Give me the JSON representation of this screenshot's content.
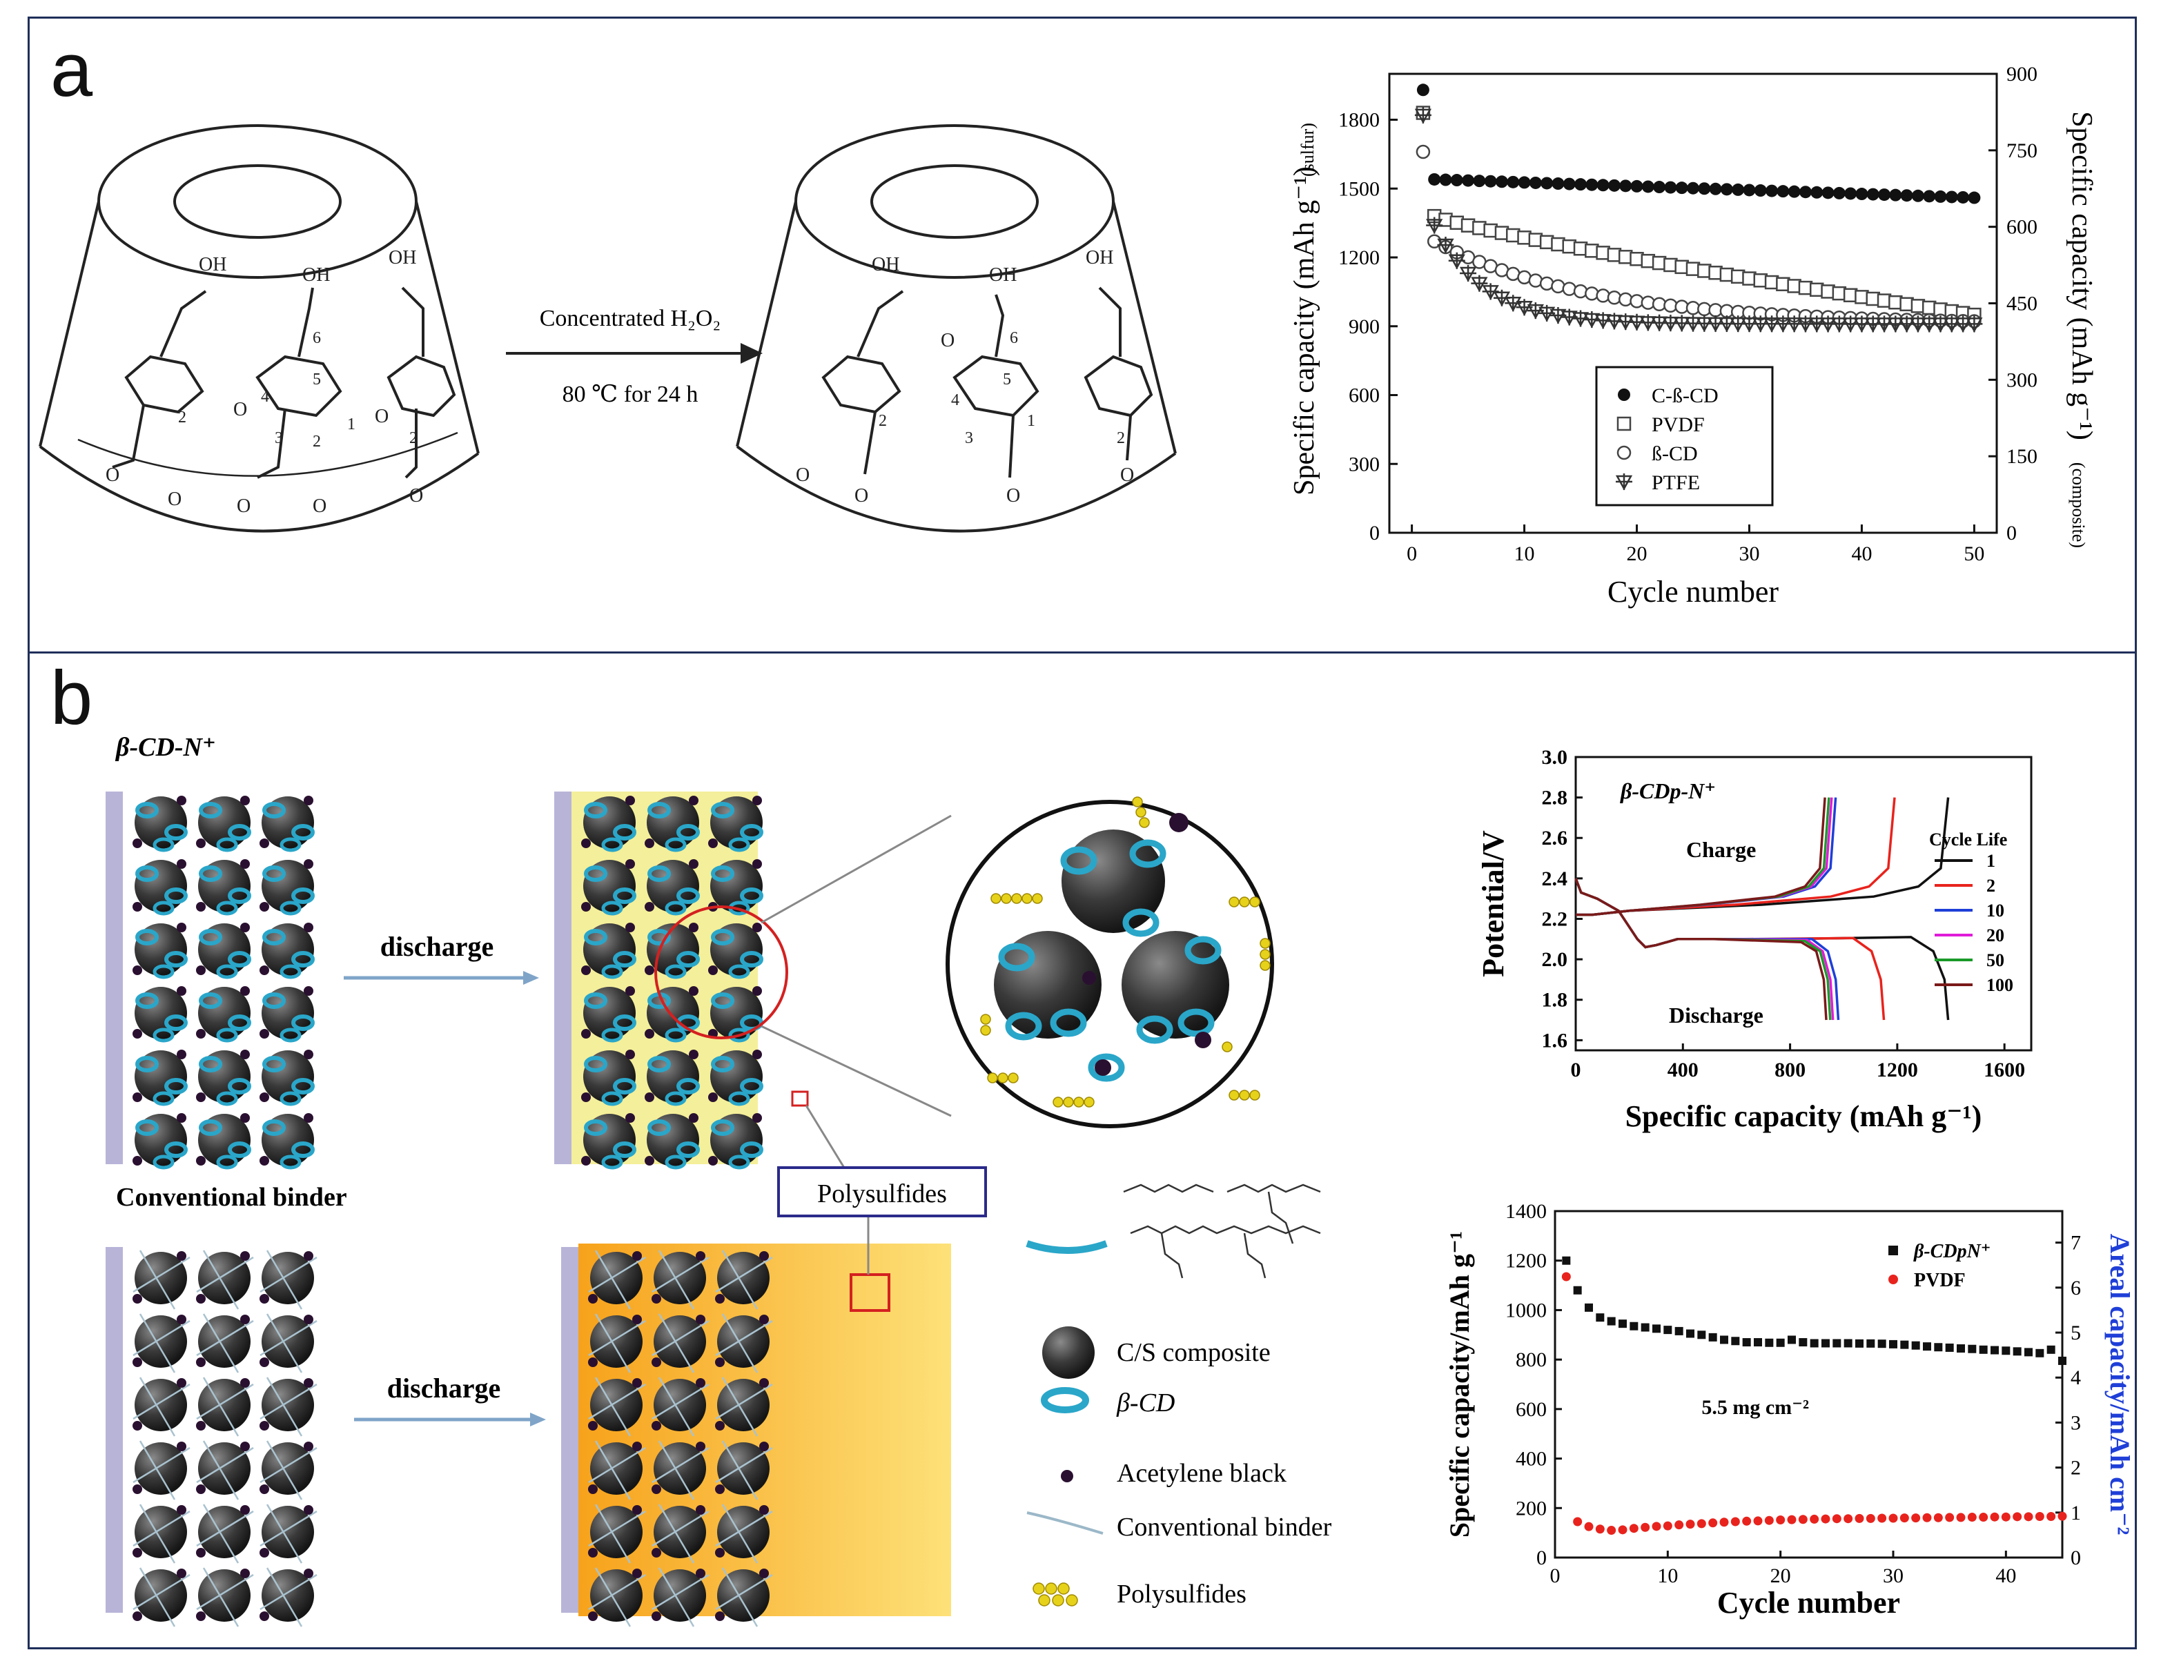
{
  "panel_a": {
    "label": "a",
    "reaction": {
      "reagent": "Concentrated H₂O₂",
      "condition": "80 ℃ for 24 h"
    },
    "chem_labels": {
      "oh": "OH",
      "o": "O",
      "h": "H",
      "n1": "1",
      "n2": "2",
      "n3": "3",
      "n4": "4",
      "n5": "5",
      "n6": "6"
    }
  },
  "panel_b": {
    "label": "b",
    "schematic": {
      "title_cd": "β-CD-N⁺",
      "title_conv": "Conventional binder",
      "discharge_top": "discharge",
      "discharge_bottom": "discharge",
      "callout": "Polysulfides",
      "legend": {
        "composite": "C/S composite",
        "cd": "β-CD",
        "black": "Acetylene black",
        "binder": "Conventional binder",
        "ps": "Polysulfides"
      }
    }
  },
  "colors": {
    "frame": "#1f2f5a",
    "cd_ring": "#2aa6c9",
    "sphere": "#3a3a3a",
    "yellow_band": "#f4ef9a",
    "orange_grad_start": "#f7a21b",
    "orange_grad_end": "#fde179",
    "black_series": "#111111",
    "red_series": "#e8231d"
  },
  "chart_data": [
    {
      "type": "scatter",
      "panel": "a",
      "xlabel": "Cycle number",
      "ylabel": "Specific capacity (mAh g⁻¹)",
      "ylabel_sub": "(sulfur)",
      "y2label": "Specific capacity (mAh g⁻¹)",
      "y2label_sub": "(composite)",
      "xlim": [
        -2,
        52
      ],
      "ylim": [
        0,
        2000
      ],
      "y2lim": [
        0,
        900
      ],
      "xticks": [
        "0",
        "10",
        "20",
        "30",
        "40",
        "50"
      ],
      "yticks": [
        "0",
        "300",
        "600",
        "900",
        "1200",
        "1500",
        "1800"
      ],
      "y2ticks": [
        "0",
        "150",
        "300",
        "450",
        "600",
        "750",
        "900"
      ],
      "legend_position": "bottom-center",
      "series": [
        {
          "name": "C-ß-CD",
          "marker": "filled-circle",
          "first": 1930,
          "start": 1540,
          "end": 1460
        },
        {
          "name": "PVDF",
          "marker": "open-square",
          "first": 1830,
          "start": 1380,
          "end": 950
        },
        {
          "name": "ß-CD",
          "marker": "open-circle",
          "first": 1660,
          "start": 1270,
          "end": 910
        },
        {
          "name": "PTFE",
          "marker": "cross-triangle",
          "first": 1820,
          "start": 1340,
          "end": 910
        }
      ]
    },
    {
      "type": "line",
      "panel": "b-top",
      "title": "β-CDp-N⁺",
      "xlabel": "Specific capacity (mAh g⁻¹)",
      "ylabel": "Potential/V",
      "xlim": [
        0,
        1700
      ],
      "ylim": [
        1.55,
        3.0
      ],
      "xticks": [
        "0",
        "400",
        "800",
        "1200",
        "1600"
      ],
      "yticks": [
        "1.6",
        "1.8",
        "2.0",
        "2.2",
        "2.4",
        "2.6",
        "2.8",
        "3.0"
      ],
      "annotations": [
        "Charge",
        "Discharge"
      ],
      "legend_title": "Cycle Life",
      "legend_position": "right",
      "series": [
        {
          "name": "1",
          "color": "#111111",
          "discharge_capacity": 1390,
          "charge_capacity": 1390
        },
        {
          "name": "2",
          "color": "#e8231d",
          "discharge_capacity": 1150,
          "charge_capacity": 1190
        },
        {
          "name": "10",
          "color": "#1f3fd8",
          "discharge_capacity": 980,
          "charge_capacity": 970
        },
        {
          "name": "20",
          "color": "#e01bd8",
          "discharge_capacity": 960,
          "charge_capacity": 955
        },
        {
          "name": "50",
          "color": "#1a9a2a",
          "discharge_capacity": 950,
          "charge_capacity": 945
        },
        {
          "name": "100",
          "color": "#7a1a1a",
          "discharge_capacity": 935,
          "charge_capacity": 930
        }
      ]
    },
    {
      "type": "scatter",
      "panel": "b-bottom",
      "xlabel": "Cycle number",
      "ylabel": "Specific capacity/mAh g⁻¹",
      "y2label": "Areal capacity/mAh cm⁻²",
      "annotation": "5.5 mg cm⁻²",
      "xlim": [
        0,
        45
      ],
      "ylim": [
        0,
        1400
      ],
      "y2lim": [
        0,
        7.7
      ],
      "xticks": [
        "0",
        "10",
        "20",
        "30",
        "40"
      ],
      "yticks": [
        "0",
        "200",
        "400",
        "600",
        "800",
        "1000",
        "1200",
        "1400"
      ],
      "y2ticks": [
        "0",
        "1",
        "2",
        "3",
        "4",
        "5",
        "6",
        "7"
      ],
      "legend_position": "top-right",
      "series": [
        {
          "name": "β-CDpN⁺",
          "color": "#111111",
          "marker": "square",
          "values": [
            1200,
            1080,
            1010,
            970,
            955,
            945,
            935,
            930,
            925,
            920,
            915,
            905,
            900,
            890,
            880,
            875,
            870,
            870,
            868,
            868,
            880,
            870,
            866,
            866,
            866,
            866,
            865,
            865,
            864,
            862,
            860,
            857,
            853,
            850,
            848,
            845,
            843,
            840,
            838,
            836,
            833,
            830,
            826,
            840,
            795
          ]
        },
        {
          "name": "PVDF",
          "color": "#e8231d",
          "marker": "circle",
          "values": [
            1135,
            145,
            125,
            115,
            110,
            112,
            118,
            122,
            126,
            128,
            132,
            135,
            137,
            140,
            143,
            145,
            147,
            148,
            150,
            152,
            153,
            154,
            155,
            156,
            157,
            157,
            158,
            158,
            159,
            159,
            160,
            160,
            161,
            161,
            162,
            162,
            163,
            163,
            164,
            164,
            165,
            165,
            166,
            166,
            167
          ]
        }
      ]
    }
  ]
}
